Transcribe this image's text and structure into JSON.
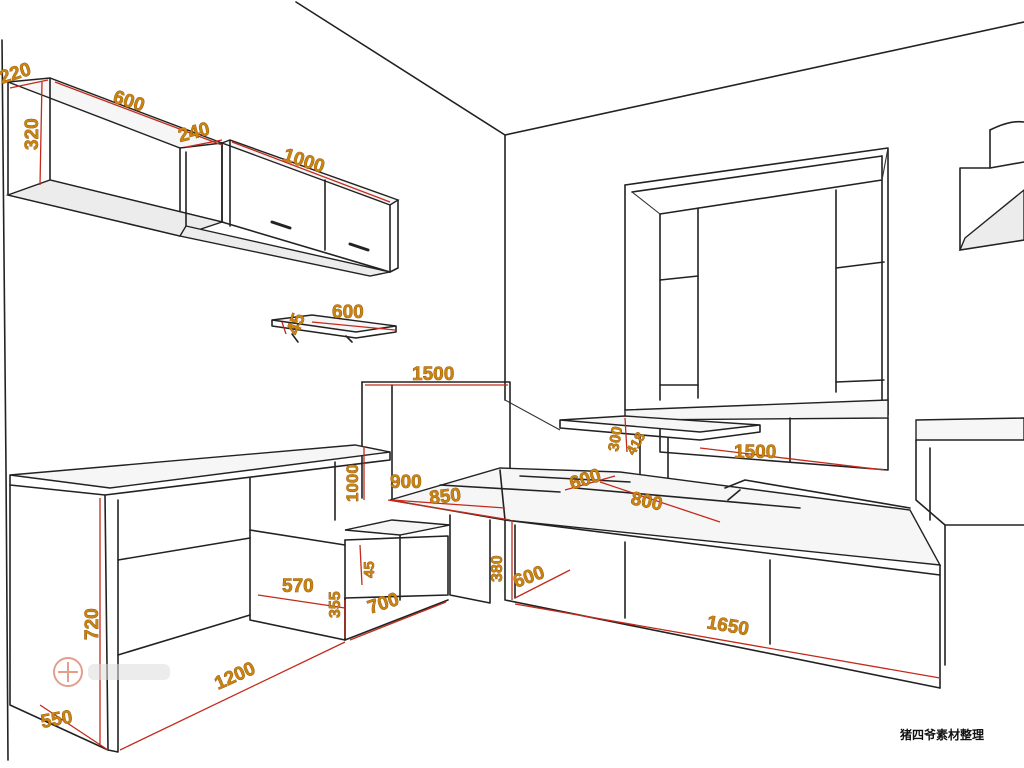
{
  "dimensions": {
    "wall_cabinet_height": "220",
    "wall_cabinet_depth": "320",
    "wall_cabinet_width": "600",
    "mid_cabinet_gap": "240",
    "long_cabinet_width": "1000",
    "shelf_height": "45",
    "shelf_width": "600",
    "headboard_length": "1500",
    "headboard_height": "1000",
    "bed_width": "900",
    "bed_inner": "850",
    "bed_step": "600",
    "bed_length": "800",
    "table_height": "300",
    "table_leg": "418",
    "window_bench_length": "1500",
    "drawer_height": "45",
    "drawer_width": "570",
    "cabinet_height": "355",
    "cabinet_depth": "700",
    "platform_height": "380",
    "platform_depth": "600",
    "platform_length": "1650",
    "desk_height": "720",
    "desk_length": "1200",
    "desk_depth": "550"
  },
  "caption": "猪四爷素材整理",
  "colors": {
    "dimension_line": "#c42a1c",
    "dimension_text": "#c8840f",
    "outline": "#222222"
  }
}
